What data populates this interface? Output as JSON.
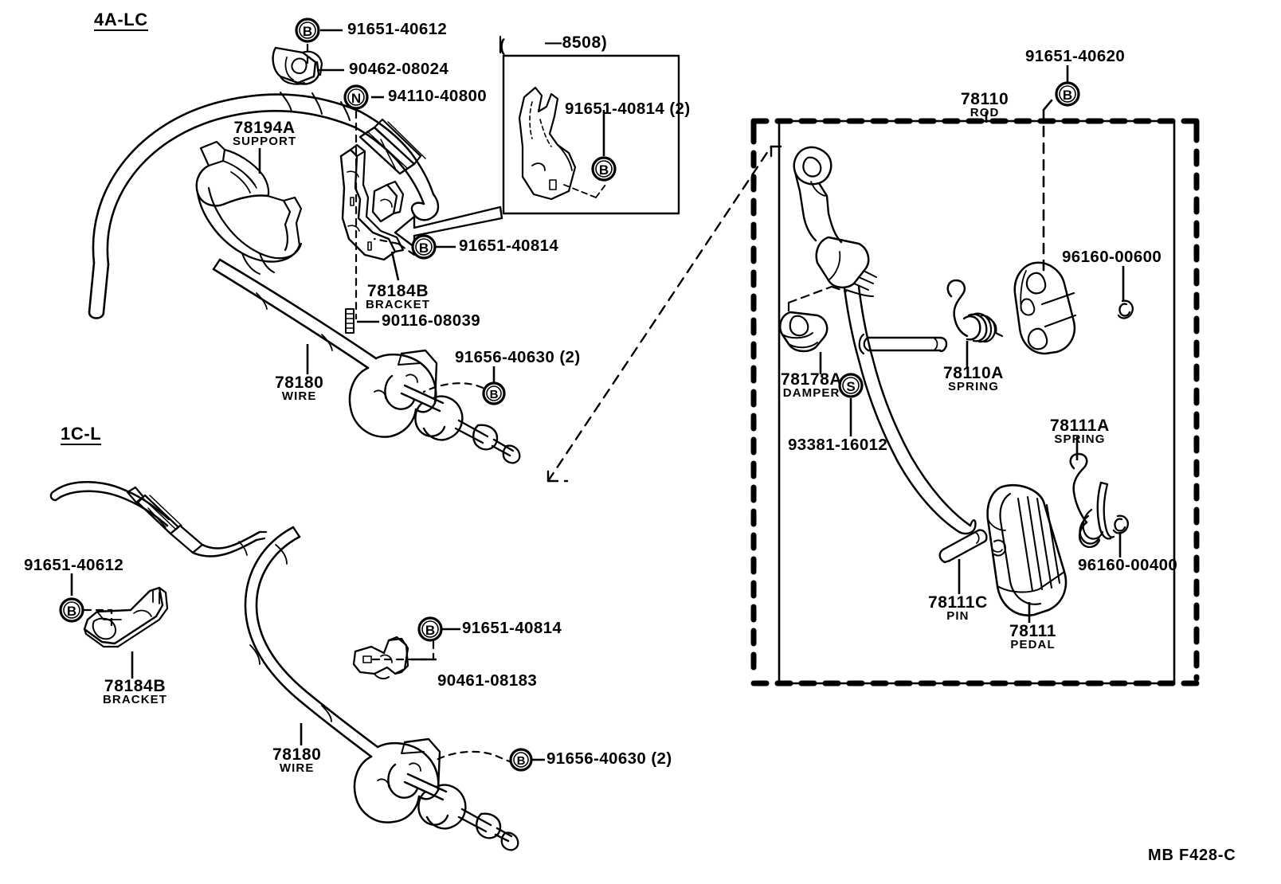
{
  "sheet": {
    "code": "MB  F428-C",
    "sections": [
      {
        "id": "sect-4alc",
        "label": "4A-LC"
      },
      {
        "id": "sect-1cl",
        "label": "1C-L"
      }
    ],
    "inset": {
      "open_paren": "(",
      "range_label": "—8508)",
      "callout": {
        "number": "91651-40814 (2)",
        "symbol": "B"
      }
    }
  },
  "colors": {
    "ink": "#000000",
    "paper": "#ffffff"
  },
  "symbols": {
    "bolt": "B",
    "nut": "N",
    "screw": "S"
  },
  "groups": {
    "upper_left": {
      "title": "4A-LC",
      "parts": [
        {
          "name": "clip-bolt-callout",
          "number": "91651-40612",
          "symbol": "B",
          "caption": ""
        },
        {
          "name": "cable-clamp",
          "number": "90462-08024",
          "symbol": "",
          "caption": ""
        },
        {
          "name": "cable-nut-callout",
          "number": "94110-40800",
          "symbol": "N",
          "caption": ""
        },
        {
          "name": "accelerator-wire-support",
          "number": "78194A",
          "symbol": "",
          "caption": "SUPPORT"
        },
        {
          "name": "bracket-bolt-callout",
          "number": "91651-40814",
          "symbol": "B",
          "caption": ""
        },
        {
          "name": "accelerator-bracket",
          "number": "78184B",
          "symbol": "",
          "caption": "BRACKET"
        },
        {
          "name": "bracket-screw",
          "number": "90116-08039",
          "symbol": "",
          "caption": ""
        },
        {
          "name": "accelerator-wire",
          "number": "78180",
          "symbol": "",
          "caption": "WIRE"
        },
        {
          "name": "wire-end-bolt-callout",
          "number": "91656-40630 (2)",
          "symbol": "B",
          "caption": ""
        }
      ]
    },
    "lower_left": {
      "title": "1C-L",
      "parts": [
        {
          "name": "bracket-bolt-callout",
          "number": "91651-40612",
          "symbol": "B",
          "caption": ""
        },
        {
          "name": "accelerator-bracket",
          "number": "78184B",
          "symbol": "",
          "caption": "BRACKET"
        },
        {
          "name": "clamp-bolt-callout",
          "number": "91651-40814",
          "symbol": "B",
          "caption": ""
        },
        {
          "name": "cable-clamp",
          "number": "90461-08183",
          "symbol": "",
          "caption": ""
        },
        {
          "name": "accelerator-wire",
          "number": "78180",
          "symbol": "",
          "caption": "WIRE"
        },
        {
          "name": "wire-end-bolt-callout",
          "number": "91656-40630 (2)",
          "symbol": "B",
          "caption": ""
        }
      ]
    },
    "pedal_panel": {
      "parts": [
        {
          "name": "pedal-rod",
          "number": "78110",
          "symbol": "",
          "caption": "ROD"
        },
        {
          "name": "rod-bolt-callout",
          "number": "91651-40620",
          "symbol": "B",
          "caption": ""
        },
        {
          "name": "rod-snap-ring",
          "number": "96160-00600",
          "symbol": "",
          "caption": ""
        },
        {
          "name": "pedal-rod-spring",
          "number": "78110A",
          "symbol": "",
          "caption": "SPRING"
        },
        {
          "name": "pedal-damper",
          "number": "78178A",
          "symbol": "",
          "caption": "DAMPER"
        },
        {
          "name": "damper-screw-callout",
          "number": "93381-16012",
          "symbol": "S",
          "caption": ""
        },
        {
          "name": "pedal-return-spring",
          "number": "78111A",
          "symbol": "",
          "caption": "SPRING"
        },
        {
          "name": "pedal-snap-ring",
          "number": "96160-00400",
          "symbol": "",
          "caption": ""
        },
        {
          "name": "pedal-pin",
          "number": "78111C",
          "symbol": "",
          "caption": "PIN"
        },
        {
          "name": "accelerator-pedal",
          "number": "78111",
          "symbol": "",
          "caption": "PEDAL"
        }
      ]
    }
  },
  "labels": {
    "s1_title": "4A-LC",
    "s2_title": "1C-L",
    "n_91651_40612_top": "91651-40612",
    "n_90462_08024": "90462-08024",
    "n_94110_40800": "94110-40800",
    "p_78194A": "78194A",
    "c_78194A": "SUPPORT",
    "n_91651_40814_top": "91651-40814",
    "p_78184B_top": "78184B",
    "c_78184B_top": "BRACKET",
    "n_90116_08039": "90116-08039",
    "p_78180_top": "78180",
    "c_78180_top": "WIRE",
    "n_91656_40630_top": "91656-40630 (2)",
    "inset_paren": "(",
    "inset_range": "—8508)",
    "n_91651_40814_inset": "91651-40814 (2)",
    "n_91651_40612_bot": "91651-40612",
    "p_78184B_bot": "78184B",
    "c_78184B_bot": "BRACKET",
    "n_91651_40814_bot": "91651-40814",
    "n_90461_08183": "90461-08183",
    "p_78180_bot": "78180",
    "c_78180_bot": "WIRE",
    "n_91656_40630_bot": "91656-40630 (2)",
    "n_91651_40620": "91651-40620",
    "p_78110": "78110",
    "c_78110": "ROD",
    "n_96160_00600": "96160-00600",
    "p_78110A": "78110A",
    "c_78110A": "SPRING",
    "p_78178A": "78178A",
    "c_78178A": "DAMPER",
    "n_93381_16012": "93381-16012",
    "p_78111A": "78111A",
    "c_78111A": "SPRING",
    "n_96160_00400": "96160-00400",
    "p_78111C": "78111C",
    "c_78111C": "PIN",
    "p_78111": "78111",
    "c_78111": "PEDAL",
    "sheet_code": "MB  F428-C",
    "sym_B": "B",
    "sym_N": "N",
    "sym_S": "S"
  }
}
